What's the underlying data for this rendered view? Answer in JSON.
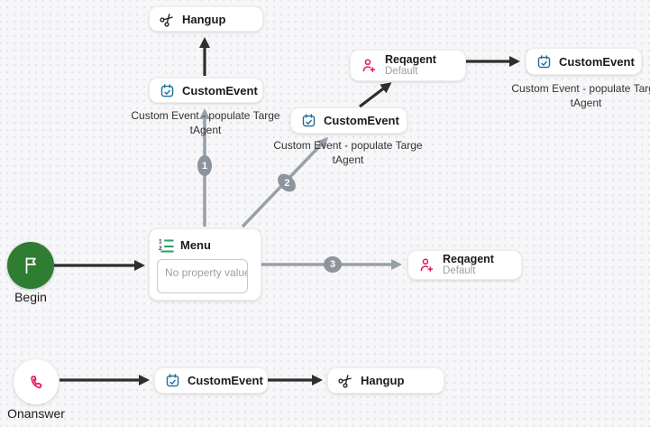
{
  "app": {
    "view": "call-flow-builder-canvas"
  },
  "colors": {
    "canvas_bg": "#f7f7f9",
    "grid_dot": "#e5e6ea",
    "node_bg": "#ffffff",
    "edge_dark": "#2e2e2e",
    "edge_gray": "#98a0a8",
    "edge_label_pill": "#8d949c",
    "event_blue": "#1a6e9c",
    "menu_green": "#27a163",
    "agent_pink": "#e5175e",
    "begin_green": "#2e7d32"
  },
  "nodes": {
    "hangup_top": {
      "title": "Hangup",
      "icon": "scissors-icon"
    },
    "customevent_top": {
      "title": "CustomEvent",
      "icon": "calendar-check-icon",
      "caption": [
        "Custom Event - populate Targe",
        "tAgent"
      ]
    },
    "reqagent_top": {
      "title": "Reqagent",
      "subtitle": "Default",
      "icon": "person-add-icon"
    },
    "customevent_mid": {
      "title": "CustomEvent",
      "icon": "calendar-check-icon",
      "caption": [
        "Custom Event - populate Targe",
        "tAgent"
      ]
    },
    "customevent_top_right": {
      "title": "CustomEvent",
      "icon": "calendar-check-icon",
      "caption": [
        "Custom Event - populate Targe",
        "tAgent"
      ]
    },
    "menu": {
      "title": "Menu",
      "icon": "ordered-list-icon",
      "property_placeholder": "No property value"
    },
    "reqagent_right": {
      "title": "Reqagent",
      "subtitle": "Default",
      "icon": "person-add-icon"
    },
    "begin": {
      "label": "Begin",
      "icon": "flag-icon"
    },
    "onanswer": {
      "label": "Onanswer",
      "icon": "phone-icon"
    },
    "customevent_bottom": {
      "title": "CustomEvent",
      "icon": "calendar-check-icon"
    },
    "hangup_bottom": {
      "title": "Hangup",
      "icon": "scissors-icon"
    }
  },
  "edge_labels": {
    "one": "1",
    "two": "2",
    "three": "3"
  }
}
